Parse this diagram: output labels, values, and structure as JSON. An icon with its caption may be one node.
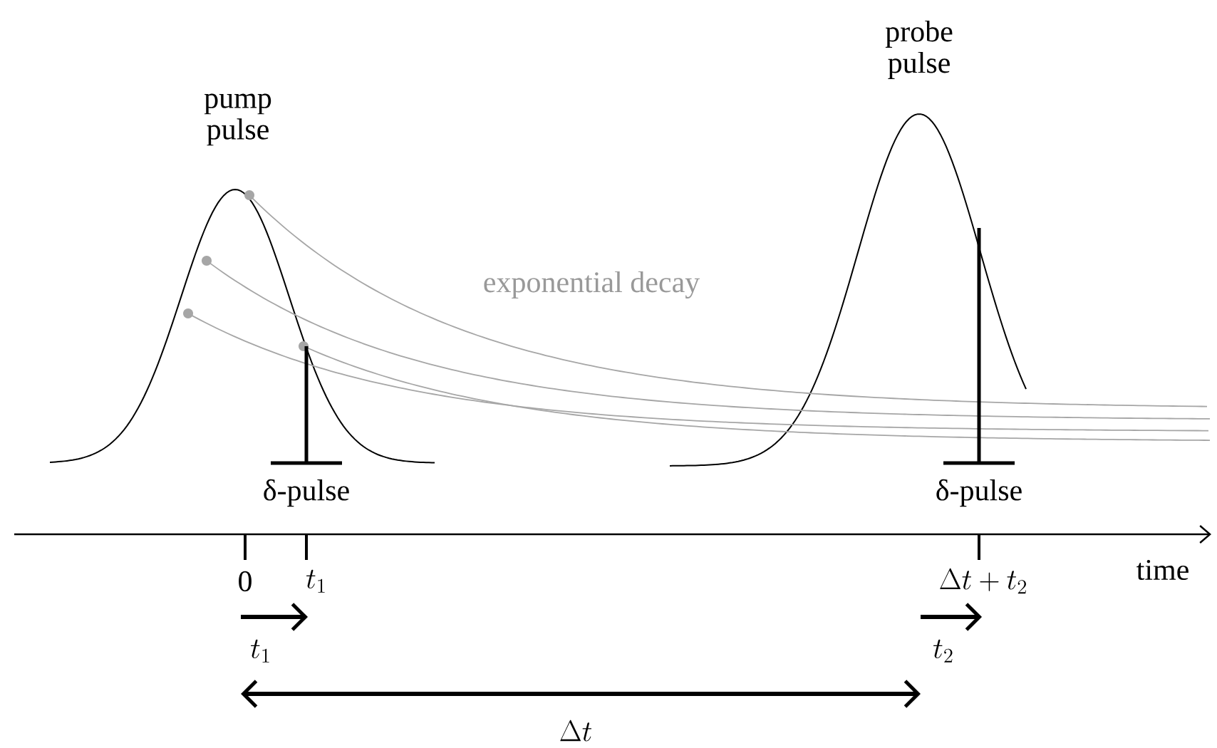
{
  "diagram": {
    "labels": [
      "probe pulse",
      "pump pulse",
      "exponential decay",
      "δ-pulse",
      "δ-pulse",
      "0",
      "t_{1}",
      "\\Delta t+t_{2}",
      "time",
      "t_{1}",
      "t_{2}",
      "\\Delta t"
    ]
  }
}
